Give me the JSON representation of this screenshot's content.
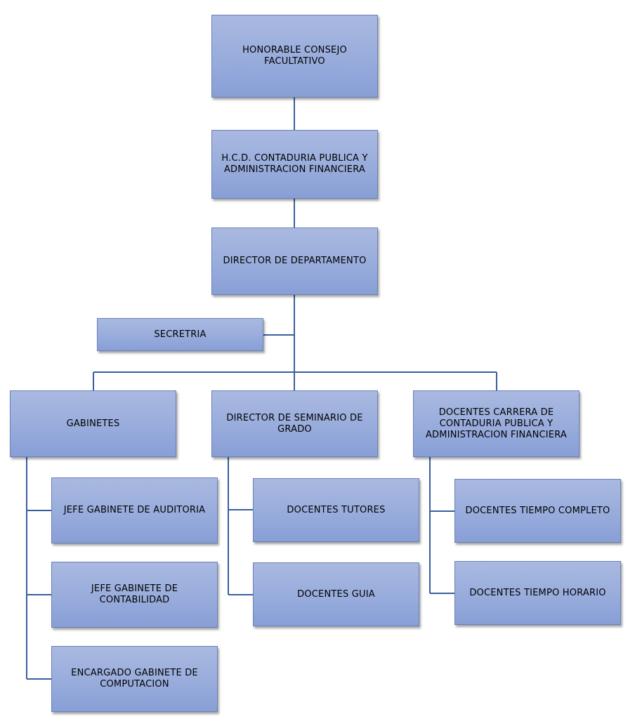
{
  "org_chart": {
    "honorable": "HONORABLE CONSEJO FACULTATIVO",
    "hcd": "H.C.D. CONTADURIA PUBLICA Y ADMINISTRACION FINANCIERA",
    "director": "DIRECTOR DE DEPARTAMENTO",
    "secretria": "SECRETRIA",
    "gabinetes": "GABINETES",
    "seminario": "DIRECTOR DE SEMINARIO DE GRADO",
    "docentes_carrera": "DOCENTES CARRERA DE CONTADURIA PUBLICA Y ADMINISTRACION FINANCIERA",
    "auditoria": "JEFE GABINETE DE AUDITORIA",
    "contabilidad": "JEFE GABINETE DE CONTABILIDAD",
    "computacion": "ENCARGADO GABINETE DE COMPUTACION",
    "tutores": "DOCENTES TUTORES",
    "guia": "DOCENTES GUIA",
    "tiempo_completo": "DOCENTES TIEMPO COMPLETO",
    "tiempo_horario": "DOCENTES TIEMPO HORARIO"
  },
  "colors": {
    "box_fill_top": "#a9b9e0",
    "box_fill_bottom": "#889fd6",
    "box_border": "#6a80b8",
    "connector": "#3a5da0"
  }
}
